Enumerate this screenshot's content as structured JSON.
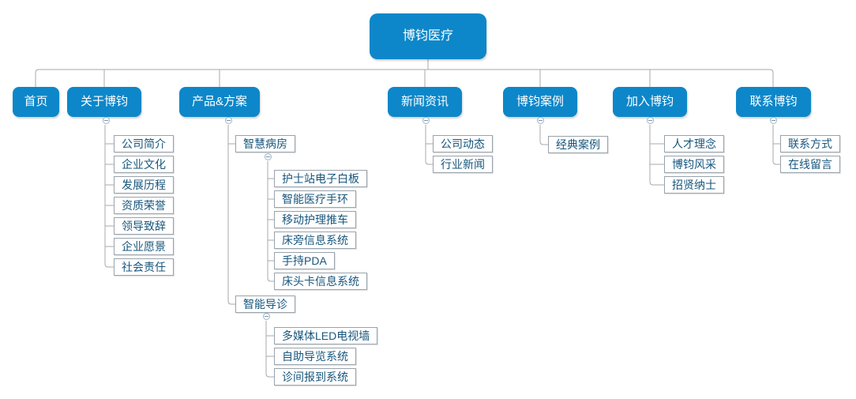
{
  "colors": {
    "node_blue": "#0d87c9",
    "leaf_text": "#17567d",
    "leaf_border": "#99a3ab",
    "line": "#a9a9a9"
  },
  "tree": {
    "root": {
      "label": "博钧医疗"
    },
    "level1": [
      {
        "id": "home",
        "label": "首页",
        "children": []
      },
      {
        "id": "about",
        "label": "关于博钧",
        "children": [
          "公司简介",
          "企业文化",
          "发展历程",
          "资质荣誉",
          "领导致辞",
          "企业愿景",
          "社会责任"
        ]
      },
      {
        "id": "products",
        "label": "产品&方案",
        "groups": [
          {
            "label": "智慧病房",
            "children": [
              "护士站电子白板",
              "智能医疗手环",
              "移动护理推车",
              "床旁信息系统",
              "手持PDA",
              "床头卡信息系统"
            ]
          },
          {
            "label": "智能导诊",
            "children": [
              "多媒体LED电视墙",
              "自助导览系统",
              "诊间报到系统"
            ]
          }
        ]
      },
      {
        "id": "news",
        "label": "新闻资讯",
        "children": [
          "公司动态",
          "行业新闻"
        ]
      },
      {
        "id": "cases",
        "label": "博钧案例",
        "children": [
          "经典案例"
        ]
      },
      {
        "id": "join",
        "label": "加入博钧",
        "children": [
          "人才理念",
          "博钧风采",
          "招贤纳士"
        ]
      },
      {
        "id": "contact",
        "label": "联系博钧",
        "children": [
          "联系方式",
          "在线留言"
        ]
      }
    ]
  }
}
